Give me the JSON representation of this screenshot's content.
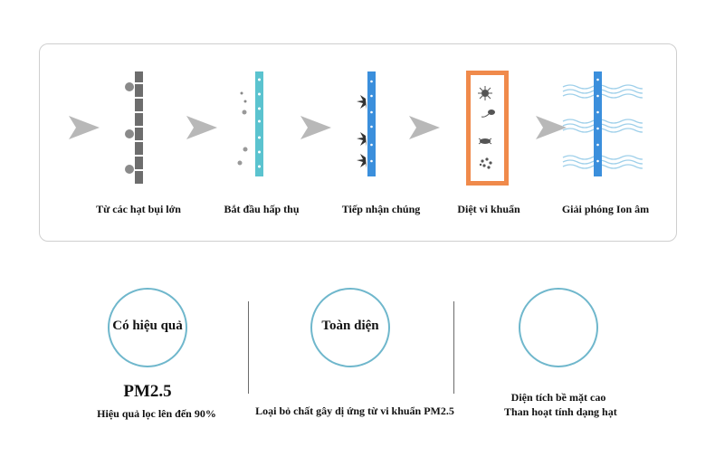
{
  "process": {
    "steps": [
      {
        "label": "Từ các hạt bụi lớn",
        "icon": "large-dust-filter-icon"
      },
      {
        "label": "Bắt đầu hấp thụ",
        "icon": "absorption-filter-icon"
      },
      {
        "label": "Tiếp nhận chúng",
        "icon": "capture-filter-icon"
      },
      {
        "label": "Diệt vi khuẩn",
        "icon": "bacteria-kill-icon"
      },
      {
        "label": "Giải phóng Ion âm",
        "icon": "negative-ion-icon"
      }
    ],
    "arrow_icon": "chevron-arrow-icon"
  },
  "features": [
    {
      "circle_label": "Có hiệu quả",
      "headline": "PM2.5",
      "description": "Hiệu quả lọc lên đến 90%"
    },
    {
      "circle_label": "Toàn diện",
      "headline": "",
      "description": "Loại bỏ chất gây dị ứng từ vi khuẩn PM2.5"
    },
    {
      "circle_label": "",
      "headline": "",
      "description_lines": [
        "Diện tích bề mặt cao",
        "Than hoạt tính dạng hạt"
      ]
    }
  ],
  "colors": {
    "panel_border": "#cfcfcf",
    "circle_border": "#6fb7cc",
    "filter_gray": "#6d6d6d",
    "filter_teal": "#5bc3cf",
    "filter_blue": "#3b8fdc",
    "frame_orange": "#f08a4b",
    "arrow_gray": "#b8b8b8",
    "wave_blue": "#9fd0ea"
  }
}
